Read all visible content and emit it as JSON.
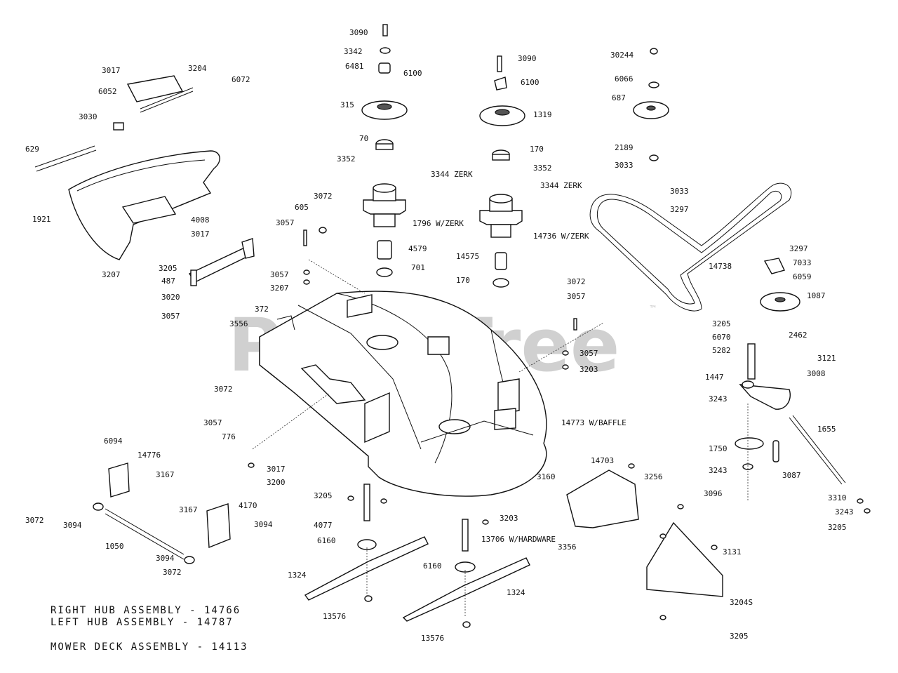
{
  "watermark": {
    "text": "PartsTree",
    "mark": "™"
  },
  "captions": {
    "right_hub": "RIGHT HUB ASSEMBLY - 14766",
    "left_hub": "LEFT HUB ASSEMBLY - 14787",
    "mower_deck": "MOWER DECK ASSEMBLY - 14113"
  },
  "labels": [
    {
      "id": "p1",
      "text": "3090"
    },
    {
      "id": "p2",
      "text": "3342"
    },
    {
      "id": "p3",
      "text": "6481"
    },
    {
      "id": "p4",
      "text": "6100"
    },
    {
      "id": "p5",
      "text": "315"
    },
    {
      "id": "p6",
      "text": "70"
    },
    {
      "id": "p7",
      "text": "3352"
    },
    {
      "id": "p8",
      "text": "3344 ZERK"
    },
    {
      "id": "p9",
      "text": "1796 W/ZERK"
    },
    {
      "id": "p10",
      "text": "4579"
    },
    {
      "id": "p11",
      "text": "701"
    },
    {
      "id": "p12",
      "text": "3090"
    },
    {
      "id": "p13",
      "text": "6100"
    },
    {
      "id": "p14",
      "text": "1319"
    },
    {
      "id": "p15",
      "text": "170"
    },
    {
      "id": "p16",
      "text": "3352"
    },
    {
      "id": "p17",
      "text": "3344 ZERK"
    },
    {
      "id": "p18",
      "text": "14736 W/ZERK"
    },
    {
      "id": "p19",
      "text": "14575"
    },
    {
      "id": "p20",
      "text": "170"
    },
    {
      "id": "p21",
      "text": "30244"
    },
    {
      "id": "p22",
      "text": "6066"
    },
    {
      "id": "p23",
      "text": "687"
    },
    {
      "id": "p24",
      "text": "2189"
    },
    {
      "id": "p25",
      "text": "3033"
    },
    {
      "id": "p26",
      "text": "3033"
    },
    {
      "id": "p27",
      "text": "3297"
    },
    {
      "id": "p28",
      "text": "14738"
    },
    {
      "id": "p29",
      "text": "3297"
    },
    {
      "id": "p30",
      "text": "7033"
    },
    {
      "id": "p31",
      "text": "6059"
    },
    {
      "id": "p32",
      "text": "1087"
    },
    {
      "id": "p33",
      "text": "3205"
    },
    {
      "id": "p34",
      "text": "6070"
    },
    {
      "id": "p35",
      "text": "2462"
    },
    {
      "id": "p36",
      "text": "5282"
    },
    {
      "id": "p37",
      "text": "3121"
    },
    {
      "id": "p38",
      "text": "3008"
    },
    {
      "id": "p39",
      "text": "1447"
    },
    {
      "id": "p40",
      "text": "3243"
    },
    {
      "id": "p41",
      "text": "1655"
    },
    {
      "id": "p42",
      "text": "1750"
    },
    {
      "id": "p43",
      "text": "3243"
    },
    {
      "id": "p44",
      "text": "3087"
    },
    {
      "id": "p45",
      "text": "3096"
    },
    {
      "id": "p46",
      "text": "3310"
    },
    {
      "id": "p47",
      "text": "3243"
    },
    {
      "id": "p48",
      "text": "3205"
    },
    {
      "id": "p49",
      "text": "3017"
    },
    {
      "id": "p50",
      "text": "3204"
    },
    {
      "id": "p51",
      "text": "6072"
    },
    {
      "id": "p52",
      "text": "6052"
    },
    {
      "id": "p53",
      "text": "3030"
    },
    {
      "id": "p54",
      "text": "629"
    },
    {
      "id": "p55",
      "text": "1921"
    },
    {
      "id": "p56",
      "text": "4008"
    },
    {
      "id": "p57",
      "text": "3017"
    },
    {
      "id": "p58",
      "text": "3207"
    },
    {
      "id": "p59",
      "text": "3072"
    },
    {
      "id": "p60",
      "text": "605"
    },
    {
      "id": "p61",
      "text": "3057"
    },
    {
      "id": "p62",
      "text": "3205"
    },
    {
      "id": "p63",
      "text": "487"
    },
    {
      "id": "p64",
      "text": "3020"
    },
    {
      "id": "p65",
      "text": "3057"
    },
    {
      "id": "p66",
      "text": "3057"
    },
    {
      "id": "p67",
      "text": "3207"
    },
    {
      "id": "p68",
      "text": "372"
    },
    {
      "id": "p69",
      "text": "3556"
    },
    {
      "id": "p70",
      "text": "3072"
    },
    {
      "id": "p71",
      "text": "3057"
    },
    {
      "id": "p72",
      "text": "3057"
    },
    {
      "id": "p73",
      "text": "3203"
    },
    {
      "id": "p74",
      "text": "14773 W/BAFFLE"
    },
    {
      "id": "p75",
      "text": "3072"
    },
    {
      "id": "p76",
      "text": "3057"
    },
    {
      "id": "p77",
      "text": "776"
    },
    {
      "id": "p78",
      "text": "3017"
    },
    {
      "id": "p79",
      "text": "3200"
    },
    {
      "id": "p80",
      "text": "3160"
    },
    {
      "id": "p81",
      "text": "14703"
    },
    {
      "id": "p82",
      "text": "3256"
    },
    {
      "id": "p83",
      "text": "3356"
    },
    {
      "id": "p84",
      "text": "6094"
    },
    {
      "id": "p85",
      "text": "14776"
    },
    {
      "id": "p86",
      "text": "3167"
    },
    {
      "id": "p87",
      "text": "3072"
    },
    {
      "id": "p88",
      "text": "3094"
    },
    {
      "id": "p89",
      "text": "1050"
    },
    {
      "id": "p90",
      "text": "3094"
    },
    {
      "id": "p91",
      "text": "3072"
    },
    {
      "id": "p92",
      "text": "3167"
    },
    {
      "id": "p93",
      "text": "4170"
    },
    {
      "id": "p94",
      "text": "3094"
    },
    {
      "id": "p95",
      "text": "3205"
    },
    {
      "id": "p96",
      "text": "4077"
    },
    {
      "id": "p97",
      "text": "6160"
    },
    {
      "id": "p98",
      "text": "1324"
    },
    {
      "id": "p99",
      "text": "13576"
    },
    {
      "id": "p100",
      "text": "3203"
    },
    {
      "id": "p101",
      "text": "13706 W/HARDWARE"
    },
    {
      "id": "p102",
      "text": "6160"
    },
    {
      "id": "p103",
      "text": "1324"
    },
    {
      "id": "p104",
      "text": "13576"
    },
    {
      "id": "p105",
      "text": "3131"
    },
    {
      "id": "p106",
      "text": "3204S"
    },
    {
      "id": "p107",
      "text": "3205"
    }
  ]
}
